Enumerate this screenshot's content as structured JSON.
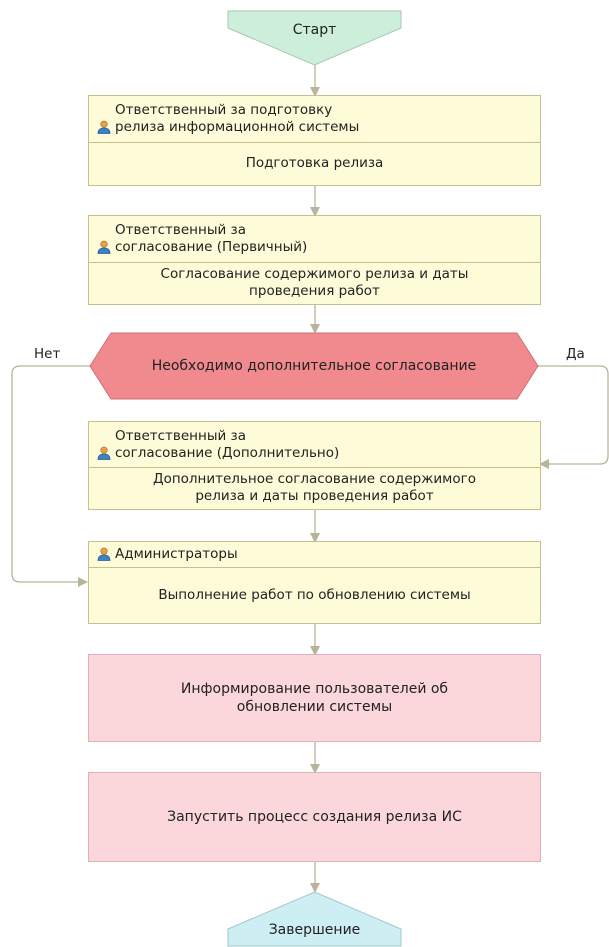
{
  "start": {
    "label": "Старт"
  },
  "end": {
    "label": "Завершение"
  },
  "tasks": [
    {
      "role": "Ответственный за подготовку\nрелиза информационной системы",
      "action": "Подготовка релиза"
    },
    {
      "role": "Ответственный за\nсогласование (Первичный)",
      "action": "Согласование содержимого релиза и даты\nпроведения работ"
    },
    {
      "role": "Ответственный за\nсогласование (Дополнительно)",
      "action": "Дополнительное согласование содержимого\nрелиза и даты проведения работ"
    },
    {
      "role": "Администраторы",
      "action": "Выполнение работ по обновлению системы"
    }
  ],
  "decision": {
    "label": "Необходимо дополнительное согласование",
    "no_label": "Нет",
    "yes_label": "Да"
  },
  "auto_tasks": [
    {
      "label": "Информирование пользователей об\nобновлении системы"
    },
    {
      "label": "Запустить процесс создания релиза ИС"
    }
  ],
  "colors": {
    "start_fill": "#cdeed9",
    "end_fill": "#cdeef2",
    "task_fill": "#fdfbd8",
    "decision_fill": "#f08a8f",
    "auto_fill": "#fbd7dc",
    "arrow": "#b9b39a",
    "person_icon": "person-icon"
  }
}
